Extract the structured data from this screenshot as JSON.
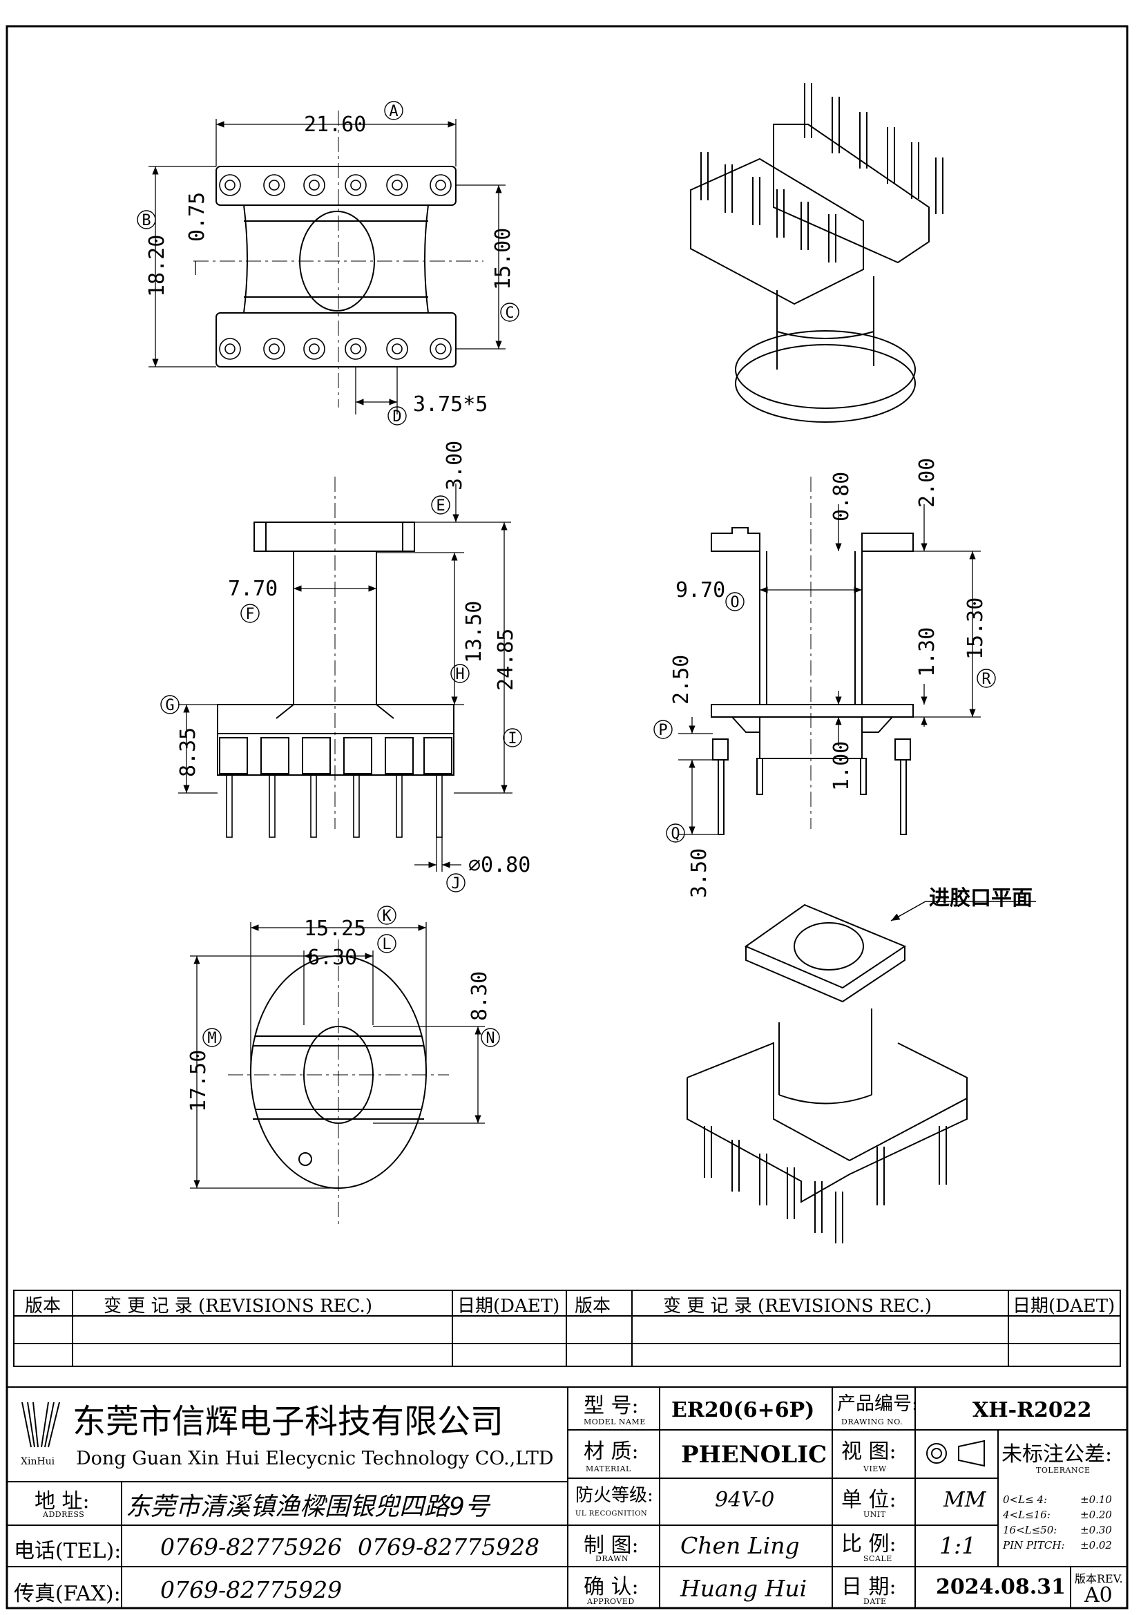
{
  "dimensions": {
    "A": "21.60",
    "B": "18.20",
    "b_sub": "0.75",
    "C": "15.00",
    "D": "3.75*5",
    "E": "3.00",
    "F": "7.70",
    "G": "8.35",
    "H": "13.50",
    "I": "24.85",
    "J": "⌀0.80",
    "s_080": "0.80",
    "s_200": "2.00",
    "O": "9.70",
    "R": "15.30",
    "P": "2.50",
    "s_130": "1.30",
    "s_100": "1.00",
    "Q": "3.50",
    "K": "15.25",
    "L": "6.30",
    "M": "17.50",
    "N": "8.30"
  },
  "tags": [
    "A",
    "B",
    "C",
    "D",
    "E",
    "F",
    "G",
    "H",
    "I",
    "J",
    "O",
    "P",
    "Q",
    "R",
    "K",
    "L",
    "M",
    "N"
  ],
  "note": "进胶口平面",
  "revisions": {
    "ver": "版本",
    "rec": "变 更 记 录  (REVISIONS REC.)",
    "date": "日期(DAET)"
  },
  "company": {
    "name_cn": "东莞市信辉电子科技有限公司",
    "name_en": "Dong Guan Xin Hui Elecycnic Technology CO.,LTD",
    "logo_text": "XinHui",
    "addr_label": "地  址:",
    "addr_sub": "ADDRESS",
    "addr": "东莞市清溪镇渔樑围银兜四路9号",
    "tel_label": "电话(TEL):",
    "tel1": "0769-82775926",
    "tel2": "0769-82775928",
    "fax_label": "传真(FAX):",
    "fax": "0769-82775929"
  },
  "fields": {
    "model_label": "型  号:",
    "model_sub": "MODEL NAME",
    "model": "ER20(6+6P)",
    "drawing_label": "产品编号:",
    "drawing_sub": "DRAWING NO.",
    "drawing": "XH-R2022",
    "material_label": "材  质:",
    "material_sub": "MATERIAL",
    "material": "PHENOLIC",
    "view_label": "视  图:",
    "view_sub": "VIEW",
    "tol_label": "未标注公差:",
    "tol_sub": "TOLERANCE",
    "ul_label": "防火等级:",
    "ul_sub": "UL RECOGNITION",
    "ul": "94V-0",
    "unit_label": "单  位:",
    "unit_sub": "UNIT",
    "unit": "MM",
    "drawn_label": "制  图:",
    "drawn_sub": "DRAWN",
    "drawn": "Chen Ling",
    "scale_label": "比  例:",
    "scale_sub": "SCALE",
    "scale": "1:1",
    "approved_label": "确  认:",
    "approved_sub": "APPROVED",
    "approved": "Huang Hui",
    "date_label": "日  期:",
    "date_sub": "DATE",
    "date": "2024.08.31",
    "rev_label": "版本REV.",
    "rev": "A0"
  },
  "tolerances": [
    {
      "range": "0<L≤ 4:",
      "value": "±0.10"
    },
    {
      "range": "4<L≤16:",
      "value": "±0.20"
    },
    {
      "range": "16<L≤50:",
      "value": "±0.30"
    },
    {
      "range": "PIN PITCH:",
      "value": "±0.02"
    }
  ]
}
